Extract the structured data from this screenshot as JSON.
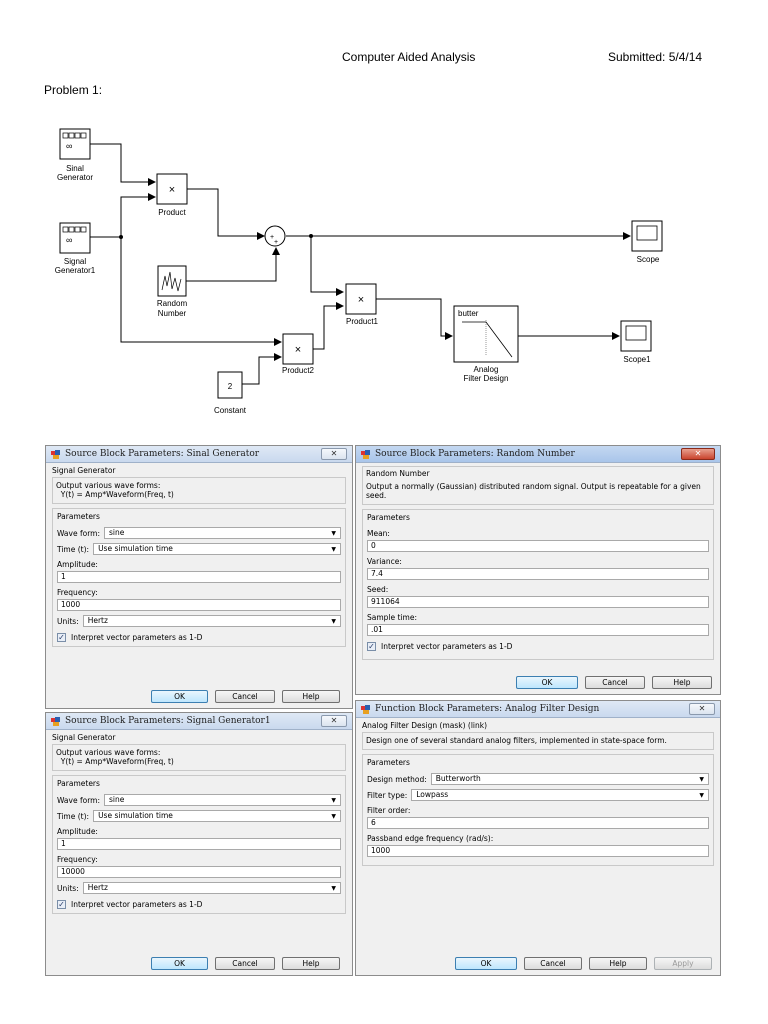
{
  "header": {
    "title": "Computer Aided Analysis",
    "submitted": "Submitted: 5/4/14"
  },
  "problem_label": "Problem 1:",
  "diagram": {
    "blocks": {
      "sinal_gen": "Sinal\nGenerator",
      "signal_gen1": "Signal\nGenerator1",
      "product": "Product",
      "random_number": "Random\nNumber",
      "constant": "Constant",
      "constant_value": "2",
      "product1": "Product1",
      "product2": "Product2",
      "analog_filter": "Analog\nFilter Design",
      "filter_inner": "butter",
      "scope": "Scope",
      "scope1": "Scope1",
      "multiply_symbol": "×"
    }
  },
  "dialogs": {
    "sinal_gen": {
      "title": "Source Block Parameters: Sinal Generator",
      "close": "✕",
      "section": "Signal Generator",
      "description": "Output various wave forms:\n  Y(t) = Amp*Waveform(Freq, t)",
      "params_label": "Parameters",
      "wave_form_label": "Wave form:",
      "wave_form_value": "sine",
      "time_label": "Time (t):",
      "time_value": "Use simulation time",
      "amplitude_label": "Amplitude:",
      "amplitude_value": "1",
      "frequency_label": "Frequency:",
      "frequency_value": "1000",
      "units_label": "Units:",
      "units_value": "Hertz",
      "checkbox_label": "Interpret vector parameters as 1-D",
      "ok": "OK",
      "cancel": "Cancel",
      "help": "Help"
    },
    "signal_gen1": {
      "title": "Source Block Parameters: Signal Generator1",
      "close": "✕",
      "section": "Signal Generator",
      "description": "Output various wave forms:\n  Y(t) = Amp*Waveform(Freq, t)",
      "params_label": "Parameters",
      "wave_form_label": "Wave form:",
      "wave_form_value": "sine",
      "time_label": "Time (t):",
      "time_value": "Use simulation time",
      "amplitude_label": "Amplitude:",
      "amplitude_value": "1",
      "frequency_label": "Frequency:",
      "frequency_value": "10000",
      "units_label": "Units:",
      "units_value": "Hertz",
      "checkbox_label": "Interpret vector parameters as 1-D",
      "ok": "OK",
      "cancel": "Cancel",
      "help": "Help"
    },
    "random_number": {
      "title": "Source Block Parameters: Random Number",
      "close": "✕",
      "section": "Random Number",
      "description": "Output a normally (Gaussian) distributed random signal.  Output is repeatable for a given seed.",
      "params_label": "Parameters",
      "mean_label": "Mean:",
      "mean_value": "0",
      "variance_label": "Variance:",
      "variance_value": "7.4",
      "seed_label": "Seed:",
      "seed_value": "911064",
      "sample_time_label": "Sample time:",
      "sample_time_value": ".01",
      "checkbox_label": "Interpret vector parameters as 1-D",
      "ok": "OK",
      "cancel": "Cancel",
      "help": "Help"
    },
    "analog_filter": {
      "title": "Function Block Parameters: Analog Filter Design",
      "close": "✕",
      "section": "Analog Filter Design (mask) (link)",
      "description": "Design one of several standard analog filters, implemented in state-space form.",
      "params_label": "Parameters",
      "design_method_label": "Design method:",
      "design_method_value": "Butterworth",
      "filter_type_label": "Filter type:",
      "filter_type_value": "Lowpass",
      "filter_order_label": "Filter order:",
      "filter_order_value": "6",
      "passband_label": "Passband edge frequency (rad/s):",
      "passband_value": "1000",
      "ok": "OK",
      "cancel": "Cancel",
      "help": "Help",
      "apply": "Apply"
    }
  }
}
